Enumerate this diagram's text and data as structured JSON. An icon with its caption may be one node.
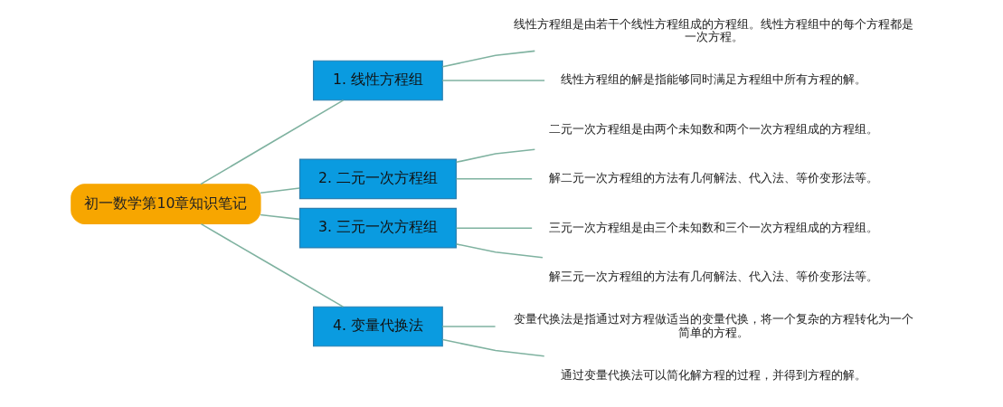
{
  "diagram": {
    "nodes": [
      {
        "text": [
          "初一数学第10章知识笔记"
        ]
      },
      {
        "text": [
          "1. 线性方程组"
        ]
      },
      {
        "text": [
          "线性方程组是由若干个线性方程组成的方程组。线性方程组中的每个方程都是一次方程。"
        ]
      },
      {
        "text": [
          "线性方程组的解是指能够同时满足方程组中所有方程的解。"
        ]
      },
      {
        "text": [
          "2. 二元一次方程组"
        ]
      },
      {
        "text": [
          "二元一次方程组是由两个未知数和两个一次方程组成的方程组。"
        ]
      },
      {
        "text": [
          "解二元一次方程组的方法有几何解法、代入法、等价变形法等。"
        ]
      },
      {
        "text": [
          "3. 三元一次方程组"
        ]
      },
      {
        "text": [
          "三元一次方程组是由三个未知数和三个一次方程组成的方程组。"
        ]
      },
      {
        "text": [
          "解三元一次方程组的方法有几何解法、代入法、等价变形法等。"
        ]
      },
      {
        "text": [
          "4. 变量代换法"
        ]
      },
      {
        "text": [
          "变量代换法是指通过对方程做适当的变量代换，将一个复杂的方程转化为一个简单的方程。"
        ]
      },
      {
        "text": [
          "通过变量代换法可以简化解方程的过程，并得到方程的解。"
        ]
      }
    ],
    "edges": [
      {
        "from": 0,
        "to": 1,
        "arrow": "none"
      },
      {
        "from": 1,
        "to": 2,
        "arrow": "none"
      },
      {
        "from": 1,
        "to": 3,
        "arrow": "none"
      },
      {
        "from": 0,
        "to": 4,
        "arrow": "none"
      },
      {
        "from": 4,
        "to": 5,
        "arrow": "none"
      },
      {
        "from": 4,
        "to": 6,
        "arrow": "none"
      },
      {
        "from": 0,
        "to": 7,
        "arrow": "none"
      },
      {
        "from": 7,
        "to": 8,
        "arrow": "none"
      },
      {
        "from": 7,
        "to": 9,
        "arrow": "none"
      },
      {
        "from": 0,
        "to": 10,
        "arrow": "none"
      },
      {
        "from": 10,
        "to": 11,
        "arrow": "none"
      },
      {
        "from": 10,
        "to": 12,
        "arrow": "none"
      }
    ]
  }
}
